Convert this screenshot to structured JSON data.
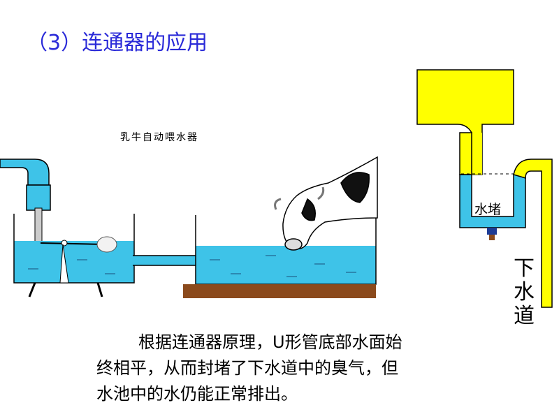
{
  "title": "（3）连通器的应用",
  "figure_left": {
    "caption": "乳牛自动喂水器"
  },
  "figure_right": {
    "trap_label": "水堵",
    "drain_label_chars": [
      "下",
      "水",
      "道"
    ]
  },
  "explanation": {
    "line1": "根据连通器原理，U形管底部水面始",
    "line2": "终相平，从而封堵了下水道中的臭气，但",
    "line3": "水池中的水仍能正常排出。"
  },
  "colors": {
    "title": "#2a2ad8",
    "water": "#3ec3e8",
    "basin": "#ffff00",
    "stand": "#8b4a1c"
  }
}
